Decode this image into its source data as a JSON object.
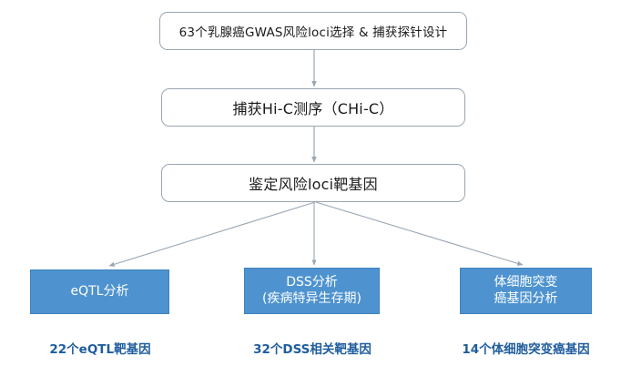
{
  "diagram": {
    "title": "Breast cancer GWAS risk loci target gene workflow",
    "background_color": "#ffffff",
    "accent_color": "#4e93cf",
    "result_text_color": "#1f5d9e",
    "connector_color": "#9aa6b4",
    "stages": [
      {
        "label": "63个乳腺癌GWAS风险loci选择 & 捕获探针设计"
      },
      {
        "label": "捕获Hi-C测序（CHi-C）"
      },
      {
        "label": "鉴定风险loci靶基因"
      }
    ],
    "analyses": [
      {
        "line1": "eQTL分析",
        "line2": ""
      },
      {
        "line1": "DSS分析",
        "line2": "(疾病特异生存期)"
      },
      {
        "line1": "体细胞突变",
        "line2": "癌基因分析"
      }
    ],
    "results": [
      {
        "label": "22个eQTL靶基因"
      },
      {
        "label": "32个DSS相关靶基因"
      },
      {
        "label": "14个体细胞突变癌基因"
      }
    ]
  }
}
